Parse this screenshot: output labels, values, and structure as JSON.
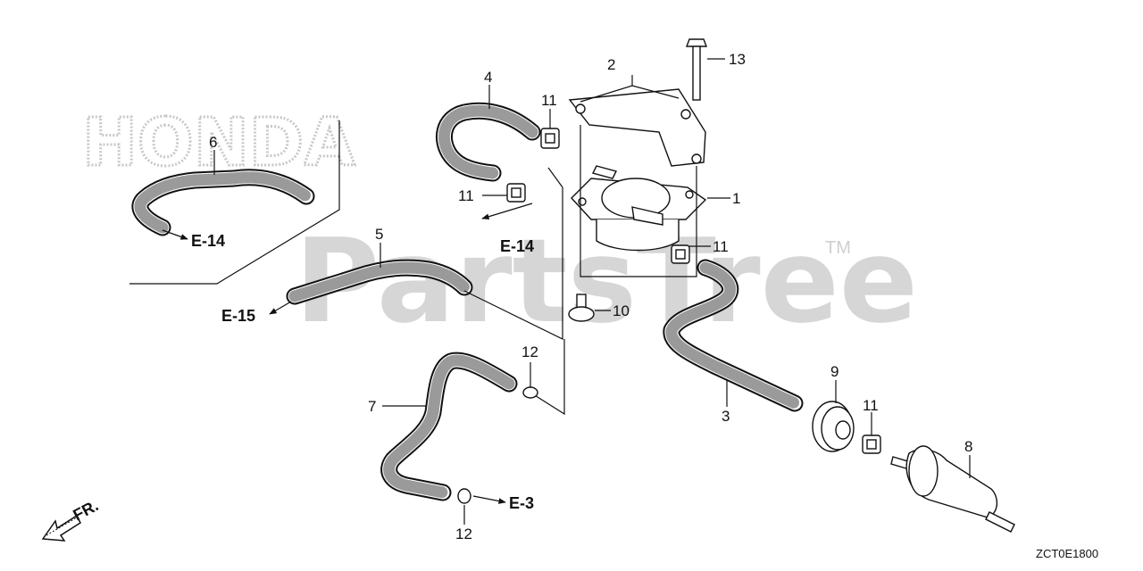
{
  "watermark": {
    "brand": "PartsTree",
    "trademark": "TM",
    "logo_text": "HONDA"
  },
  "diagram_code": "ZCT0E1800",
  "direction_indicator": "FR.",
  "callouts": {
    "c1": "1",
    "c2": "2",
    "c3": "3",
    "c4": "4",
    "c5": "5",
    "c6": "6",
    "c7": "7",
    "c8": "8",
    "c9": "9",
    "c10": "10",
    "c11a": "11",
    "c11b": "11",
    "c11c": "11",
    "c11d": "11",
    "c12a": "12",
    "c12b": "12",
    "c13": "13"
  },
  "references": {
    "e14_left": "E-14",
    "e14_mid": "E-14",
    "e15": "E-15",
    "e3": "E-3"
  }
}
